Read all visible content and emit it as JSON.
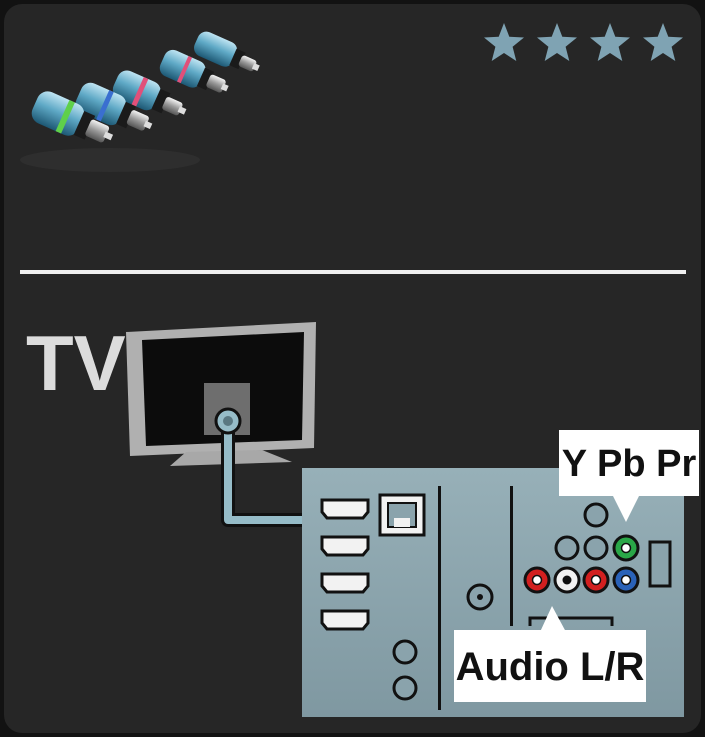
{
  "rating": {
    "stars": 4,
    "max": 4
  },
  "tv_label": "TV",
  "connector_labels": {
    "component_video": "Y Pb Pr",
    "audio": "Audio L/R"
  },
  "colors": {
    "background": "#262626",
    "frame": "#121212",
    "divider": "#f0f0f0",
    "star": "#7fa3b3",
    "tv_panel": "#3c3c3c",
    "back_panel": "#8aa3ac",
    "cable": "#96bcc8",
    "jack_red": "#d21f1f",
    "jack_white": "#f2f2f2",
    "jack_green": "#2aa748",
    "jack_blue": "#2a62b8"
  },
  "icons": [
    "component-cable-icon",
    "star-icon",
    "tv-icon",
    "hdmi-port-icon",
    "network-port-icon",
    "antenna-port-icon",
    "rca-jack-icon"
  ]
}
